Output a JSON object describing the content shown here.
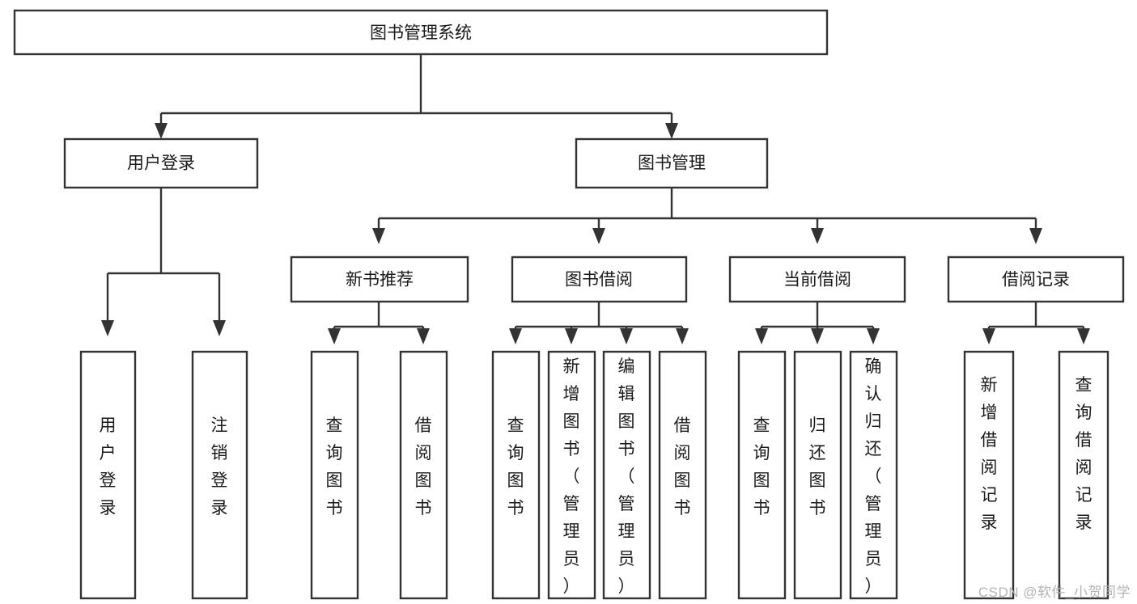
{
  "diagram": {
    "type": "tree",
    "title": "图书管理系统",
    "watermark": "CSDN @软件_小贺同学",
    "colors": {
      "background": "#ffffff",
      "stroke": "#333333",
      "text": "#1a1a1a",
      "watermark": "#b4b4b4"
    },
    "levels": {
      "root": {
        "label": "图书管理系统"
      },
      "level2": [
        {
          "label": "用户登录"
        },
        {
          "label": "图书管理"
        }
      ],
      "level3": [
        {
          "label": "新书推荐"
        },
        {
          "label": "图书借阅"
        },
        {
          "label": "当前借阅"
        },
        {
          "label": "借阅记录"
        }
      ]
    },
    "groups": [
      {
        "parent": "用户登录",
        "leaves": [
          {
            "label": "用户登录"
          },
          {
            "label": "注销登录"
          }
        ]
      },
      {
        "parent": "新书推荐",
        "leaves": [
          {
            "label": "查询图书"
          },
          {
            "label": "借阅图书"
          }
        ]
      },
      {
        "parent": "图书借阅",
        "leaves": [
          {
            "label": "查询图书"
          },
          {
            "label": "新增图书（管理员）"
          },
          {
            "label": "编辑图书（管理员）"
          },
          {
            "label": "借阅图书"
          }
        ]
      },
      {
        "parent": "当前借阅",
        "leaves": [
          {
            "label": "查询图书"
          },
          {
            "label": "归还图书"
          },
          {
            "label": "确认归还（管理员）"
          }
        ]
      },
      {
        "parent": "借阅记录",
        "leaves": [
          {
            "label": "新增借阅记录"
          },
          {
            "label": "查询借阅记录"
          }
        ]
      }
    ]
  }
}
